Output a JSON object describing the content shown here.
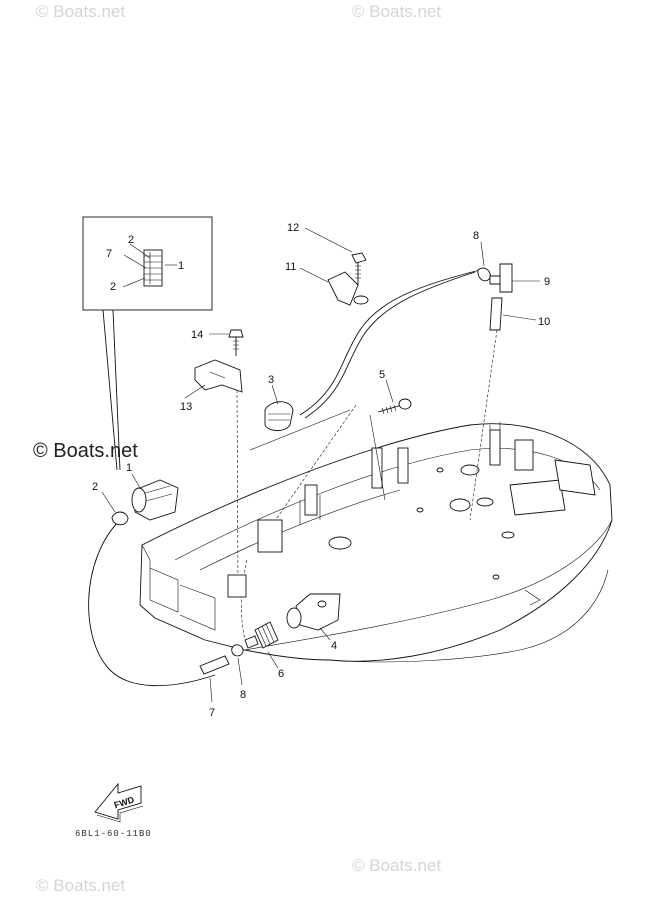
{
  "watermarks": {
    "top_left": "© Boats.net",
    "top_right": "© Boats.net",
    "middle_left": "© Boats.net",
    "bottom_left": "© Boats.net",
    "bottom_right": "© Boats.net"
  },
  "callouts": {
    "c1": "1",
    "c2": "2",
    "c3": "3",
    "c4": "4",
    "c5": "5",
    "c6": "6",
    "c7": "7",
    "c8a": "8",
    "c8b": "8",
    "c9": "9",
    "c10": "10",
    "c11": "11",
    "c12": "12",
    "c13": "13",
    "c14": "14"
  },
  "inset": {
    "c7": "7",
    "c2a": "2",
    "c2b": "2",
    "c1": "1"
  },
  "fwd_label": "FWD",
  "drawing_code": "6BL1-60-11B0"
}
